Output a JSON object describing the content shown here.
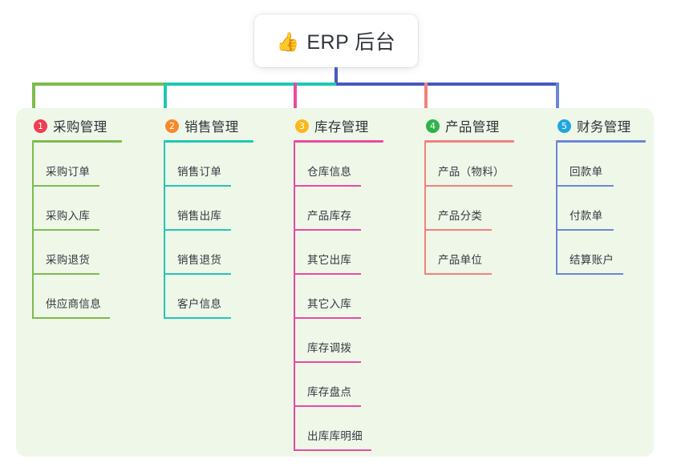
{
  "title": {
    "icon": "thumbs-up-emoji",
    "icon_glyph": "👍",
    "text": "ERP 后台"
  },
  "colors": {
    "panel_bg": "#eff7e9",
    "center_line": "#4758c0",
    "col1": "#7cbc4c",
    "col2": "#1ec9b2",
    "col3": "#e84ba0",
    "col4": "#f4807b",
    "col5": "#6a86d8",
    "badge1": "#ef3d52",
    "badge2": "#f68a2b",
    "badge3": "#fab81d",
    "badge4": "#2eb34a",
    "badge5": "#21a7e0"
  },
  "columns": [
    {
      "number": "1",
      "title": "采购管理",
      "line_color": "#7cbc4c",
      "badge_color": "#ef3d52",
      "title_width": 112,
      "items": [
        {
          "label": "采购订单",
          "rule_width": 84
        },
        {
          "label": "采购入库",
          "rule_width": 84
        },
        {
          "label": "采购退货",
          "rule_width": 84
        },
        {
          "label": "供应商信息",
          "rule_width": 97
        }
      ]
    },
    {
      "number": "2",
      "title": "销售管理",
      "line_color": "#1ec9b2",
      "badge_color": "#f68a2b",
      "title_width": 112,
      "items": [
        {
          "label": "销售订单",
          "rule_width": 84
        },
        {
          "label": "销售出库",
          "rule_width": 84
        },
        {
          "label": "销售退货",
          "rule_width": 84
        },
        {
          "label": "客户信息",
          "rule_width": 84
        }
      ]
    },
    {
      "number": "3",
      "title": "库存管理",
      "line_color": "#e84ba0",
      "badge_color": "#fab81d",
      "title_width": 112,
      "items": [
        {
          "label": "仓库信息",
          "rule_width": 84
        },
        {
          "label": "产品库存",
          "rule_width": 84
        },
        {
          "label": "其它出库",
          "rule_width": 84
        },
        {
          "label": "其它入库",
          "rule_width": 84
        },
        {
          "label": "库存调拨",
          "rule_width": 84
        },
        {
          "label": "库存盘点",
          "rule_width": 84
        },
        {
          "label": "出库库明细",
          "rule_width": 97
        }
      ]
    },
    {
      "number": "4",
      "title": "产品管理",
      "line_color": "#f4807b",
      "badge_color": "#2eb34a",
      "title_width": 112,
      "items": [
        {
          "label": "产品（物料）",
          "rule_width": 110
        },
        {
          "label": "产品分类",
          "rule_width": 84
        },
        {
          "label": "产品单位",
          "rule_width": 84
        }
      ]
    },
    {
      "number": "5",
      "title": "财务管理",
      "line_color": "#6a86d8",
      "badge_color": "#21a7e0",
      "title_width": 112,
      "items": [
        {
          "label": "回款单",
          "rule_width": 72
        },
        {
          "label": "付款单",
          "rule_width": 72
        },
        {
          "label": "结算账户",
          "rule_width": 84
        }
      ]
    }
  ]
}
